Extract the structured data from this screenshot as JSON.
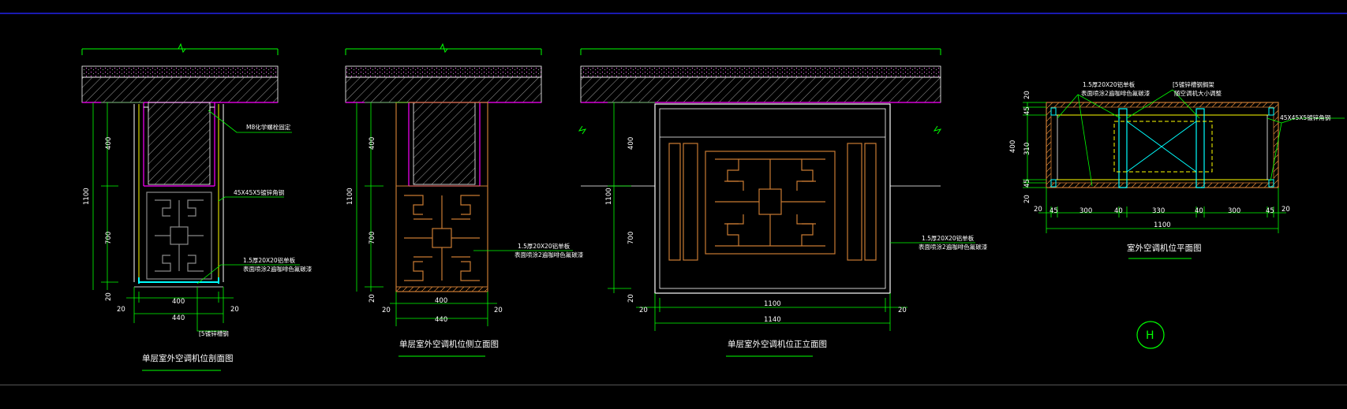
{
  "colors": {
    "background": "#000000",
    "slab_outline": "#ffffff",
    "slab_line": "#ff00ff",
    "hatch": "#c0c0c0",
    "dim_line": "#00ff00",
    "lattice": "#c87a32",
    "post": "#ffff00",
    "base": "#00ffff"
  },
  "section": {
    "title": "单层室外空调机位剖面图",
    "dim_400_top": "400",
    "dim_1100": "1100",
    "dim_700": "700",
    "dim_20_a": "20",
    "dim_20_b": "20",
    "dim_20_c": "20",
    "dim_400_w": "400",
    "dim_440_w": "440",
    "note_anchor": "M8化学螺栓固定",
    "note_angle": "45X45X5镀锌角钢",
    "note_alu_1": "1.5厚20X20铝单板",
    "note_alu_2": "表面喷涂2遍咖啡色氟碳漆",
    "note_steel": "[5镀锌槽钢"
  },
  "side": {
    "title": "单层室外空调机位侧立面图",
    "dim_400_top": "400",
    "dim_1100": "1100",
    "dim_700": "700",
    "dim_20_a": "20",
    "dim_20_b": "20",
    "dim_400_w": "400",
    "dim_440_w": "440",
    "note_alu_1": "1.5厚20X20铝单板",
    "note_alu_2": "表面喷涂2遍咖啡色氟碳漆"
  },
  "front": {
    "title": "单层室外空调机位正立面图",
    "dim_400": "400",
    "dim_1100": "1100",
    "dim_700": "700",
    "dim_20_a": "20",
    "dim_20_b": "20",
    "dim_20_c": "20",
    "dim_1100_w": "1100",
    "dim_1140_w": "1140",
    "note_alu_1": "1.5厚20X20铝单板",
    "note_alu_2": "表面喷涂2遍咖啡色氟碳漆"
  },
  "plan": {
    "title": "室外空调机位平面图",
    "note_alu_1": "1.5厚20X20铝单板",
    "note_alu_2": "表面喷涂2遍咖啡色氟碳漆",
    "note_steel_1": "[5镀锌槽钢搁架",
    "note_steel_2": "随空调机大小调整",
    "note_angle": "45X45X5镀锌角钢",
    "v_dims": [
      "20",
      "45",
      "310",
      "45",
      "20"
    ],
    "v_total": "400",
    "h_dims": [
      "20",
      "45",
      "300",
      "40",
      "330",
      "40",
      "300",
      "45",
      "20"
    ],
    "h_total": "1100",
    "grid_label": "H"
  }
}
